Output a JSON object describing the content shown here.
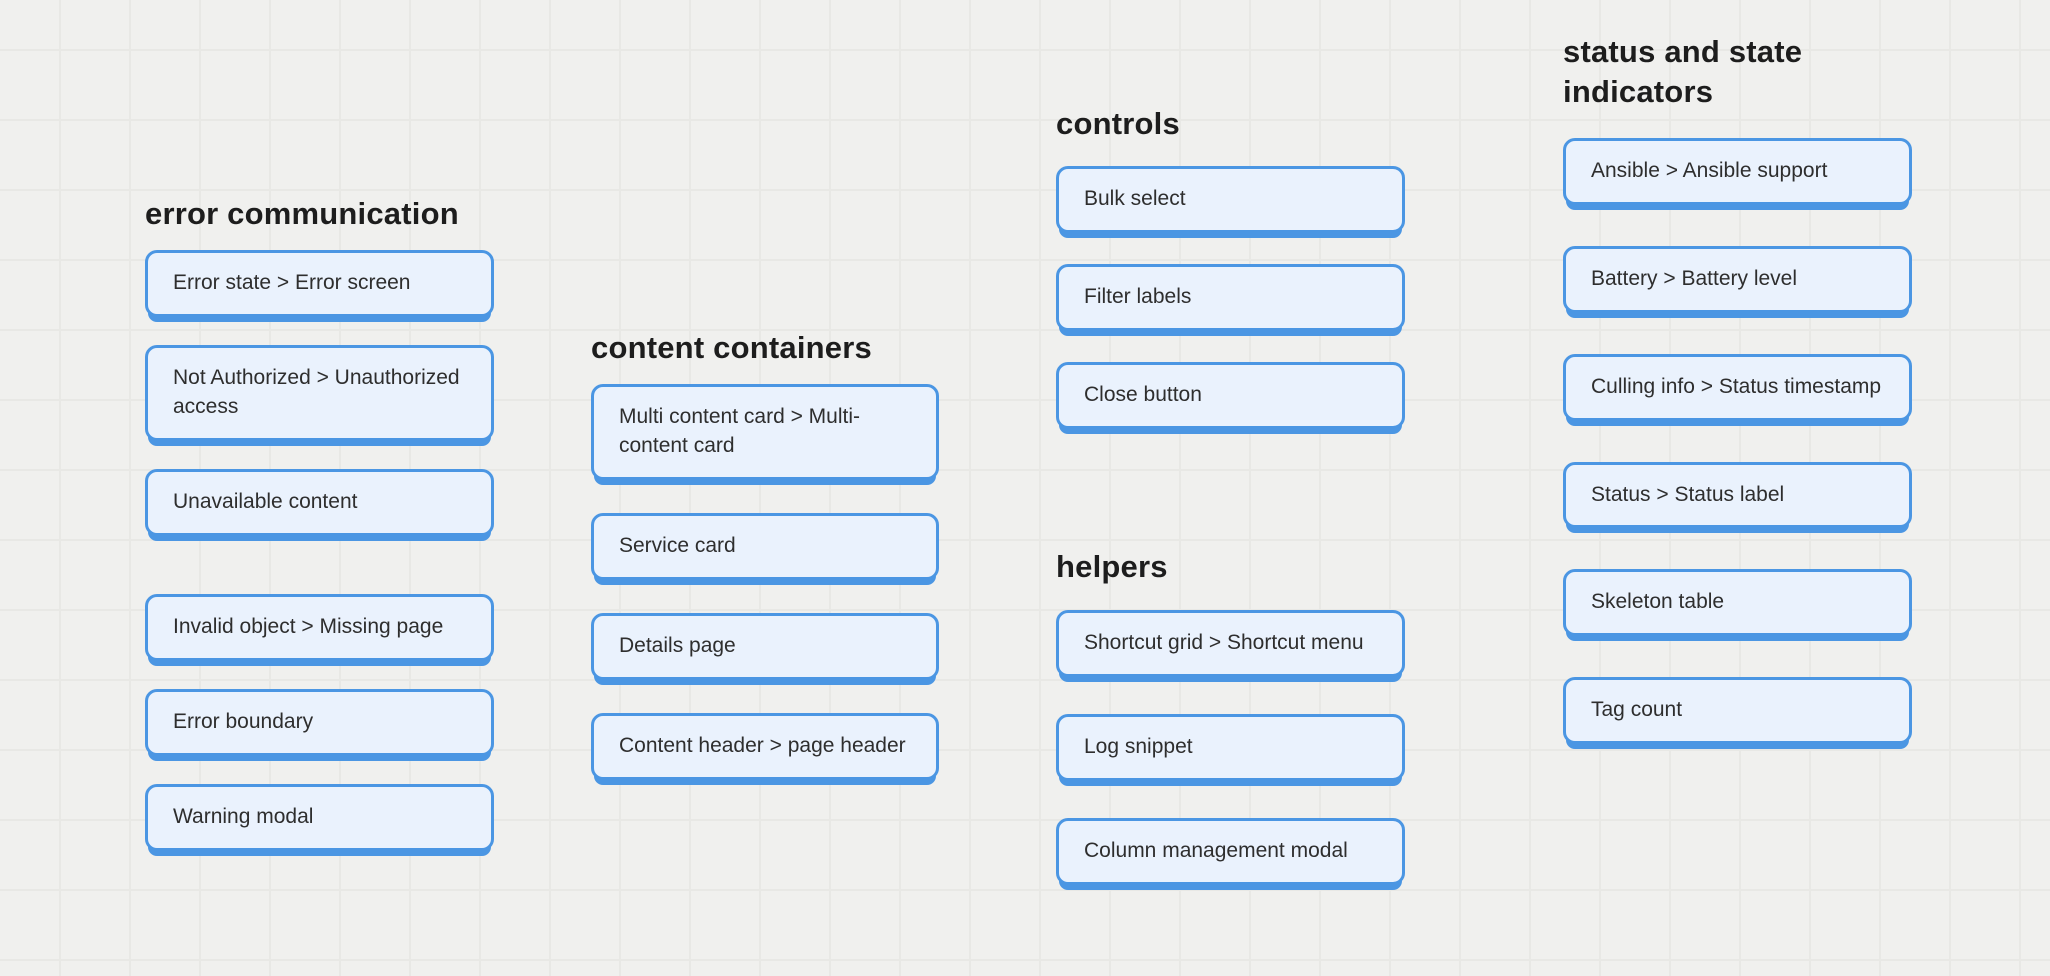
{
  "canvas": {
    "background_color": "#f0f0ee",
    "grid_line_color": "#e8e8e5",
    "card_fill_color": "#eaf2fd",
    "card_accent_color": "#4b96e3",
    "heading_text_color": "#1d1d1d",
    "card_text_color": "#2e2e2e"
  },
  "groups": [
    {
      "title": "error communication",
      "cards": [
        "Error state > Error screen",
        "Not Authorized > Unauthorized access",
        "Unavailable content",
        "Invalid object > Missing page",
        "Error boundary",
        "Warning modal"
      ]
    },
    {
      "title": "content containers",
      "cards": [
        "Multi content card > Multi-content card",
        "Service card",
        "Details page",
        "Content header > page header"
      ]
    },
    {
      "title": "controls",
      "cards": [
        "Bulk select",
        "Filter labels",
        "Close button"
      ]
    },
    {
      "title": "helpers",
      "cards": [
        "Shortcut grid > Shortcut menu",
        "Log snippet",
        "Column management modal"
      ]
    },
    {
      "title": "status and state indicators",
      "cards": [
        "Ansible > Ansible support",
        "Battery > Battery level",
        "Culling info > Status timestamp",
        "Status > Status label",
        "Skeleton table",
        "Tag count"
      ]
    }
  ]
}
